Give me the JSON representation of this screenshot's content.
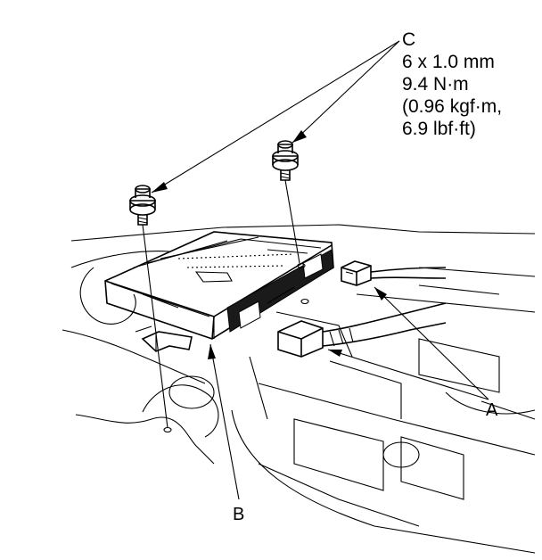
{
  "labels": {
    "a": "A",
    "b": "B",
    "c": "C"
  },
  "spec": {
    "size": "6 x 1.0 mm",
    "torque_nm": "9.4 N·m",
    "torque_kgf": "(0.96 kgf·m,",
    "torque_lbf": "6.9 lbf·ft)"
  },
  "colors": {
    "line": "#000000",
    "background": "#ffffff",
    "connector_fill": "#1a1a1a"
  }
}
